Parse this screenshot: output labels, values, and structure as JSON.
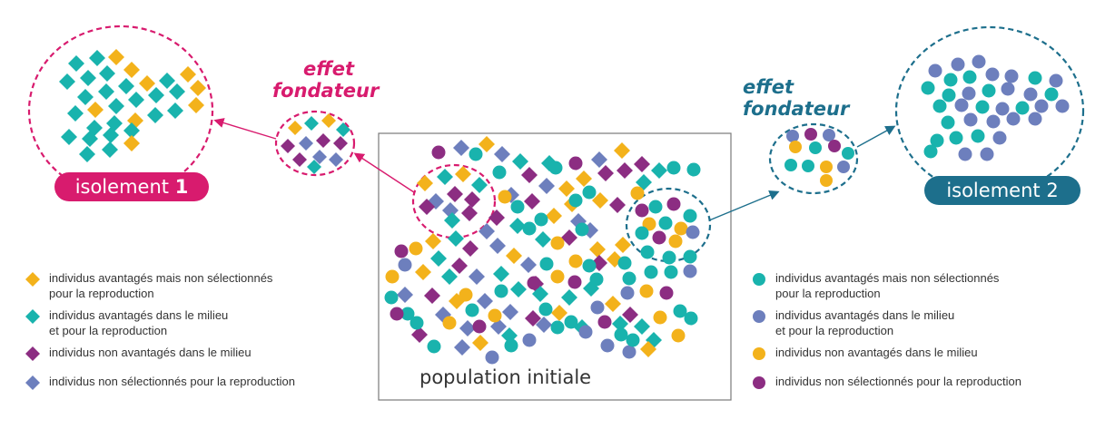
{
  "colors": {
    "yellow": "#f3b21b",
    "teal": "#19b3ad",
    "purple": "#8c2d82",
    "blue": "#6d7fbd",
    "pink": "#d81b6e",
    "darkteal": "#1d6f8c",
    "pop_border": "#7a7a7a"
  },
  "population": {
    "label": "population initiale"
  },
  "left_branch": {
    "effect_line1": "effet",
    "effect_line2": "fondateur",
    "pill_word": "isolement",
    "pill_num": "1"
  },
  "right_branch": {
    "effect_line1": "effet",
    "effect_line2": "fondateur",
    "pill_word": "isolement",
    "pill_num": "2"
  },
  "legend_left": {
    "shape": "diamond",
    "items": [
      {
        "color": "yellow",
        "line1": "individus avantagés mais non sélectionnés",
        "line2": "pour la reproduction"
      },
      {
        "color": "teal",
        "line1": "individus avantagés dans le milieu",
        "line2": "et pour la reproduction"
      },
      {
        "color": "purple",
        "line1": "individus non avantagés dans le milieu",
        "line2": ""
      },
      {
        "color": "blue",
        "line1": "individus non sélectionnés pour la reproduction",
        "line2": ""
      }
    ]
  },
  "legend_right": {
    "shape": "circle",
    "items": [
      {
        "color": "teal",
        "line1": "individus avantagés mais non sélectionnés",
        "line2": "pour la reproduction"
      },
      {
        "color": "blue",
        "line1": "individus avantagés dans le milieu",
        "line2": "et pour la reproduction"
      },
      {
        "color": "yellow",
        "line1": "individus non avantagés dans le milieu",
        "line2": ""
      },
      {
        "color": "purple",
        "line1": "individus non sélectionnés pour la reproduction",
        "line2": ""
      }
    ]
  }
}
